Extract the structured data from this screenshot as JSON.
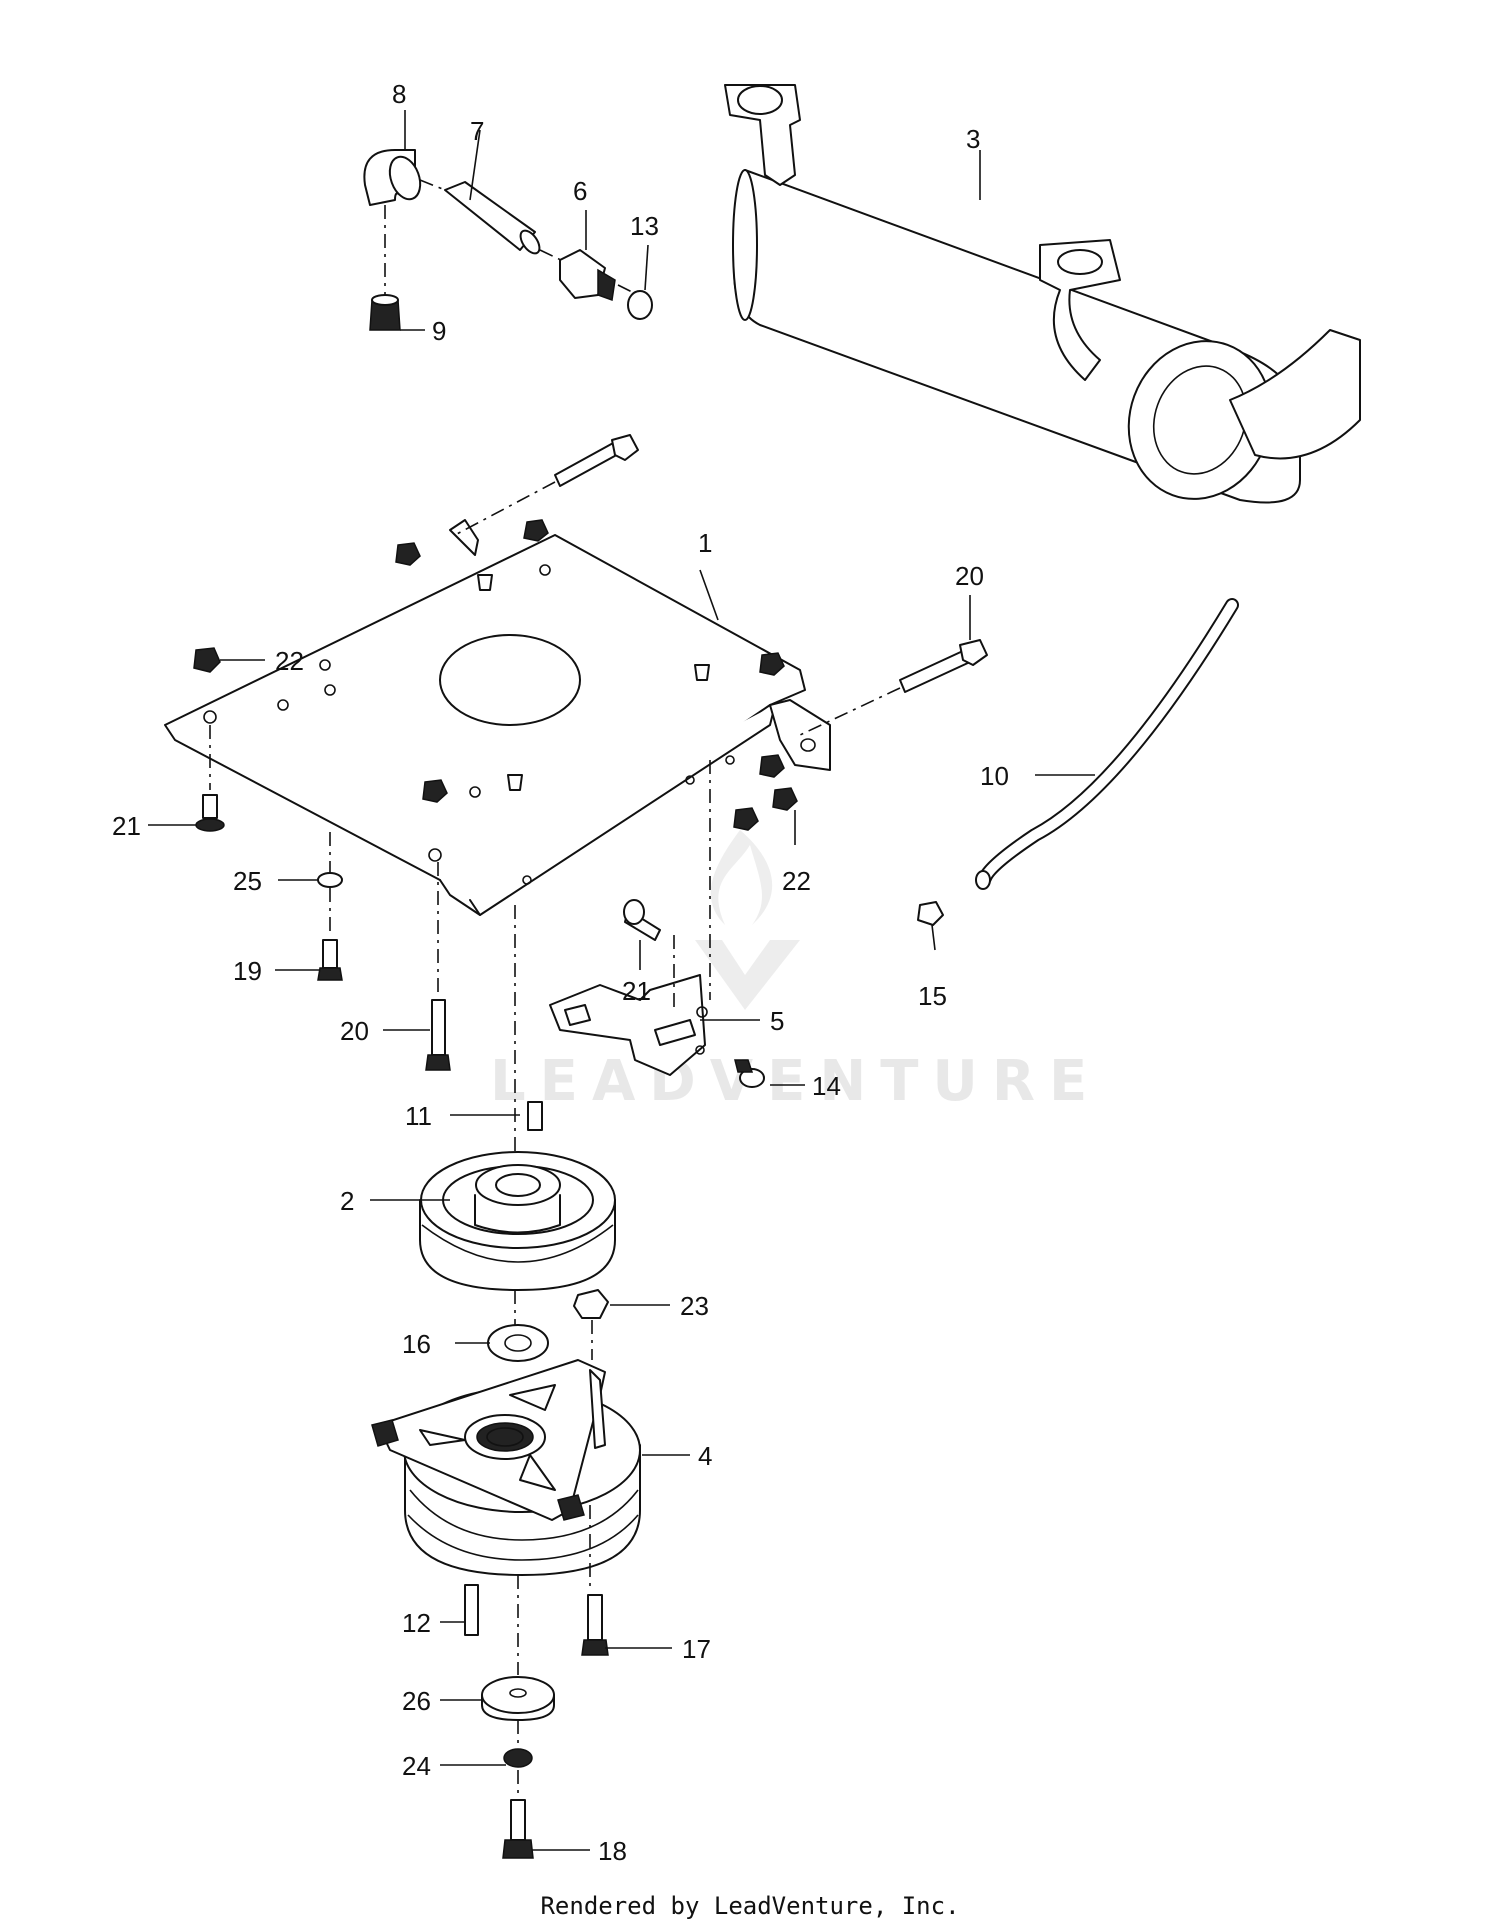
{
  "callouts": [
    "1",
    "2",
    "3",
    "4",
    "5",
    "6",
    "7",
    "8",
    "9",
    "10",
    "11",
    "12",
    "13",
    "14",
    "15",
    "16",
    "17",
    "18",
    "19",
    "20",
    "20",
    "21",
    "21",
    "22",
    "22",
    "23",
    "24",
    "25",
    "26"
  ],
  "footer": "Rendered by LeadVenture, Inc.",
  "watermark": {
    "text": "LEADVENTURE",
    "icon": "flame-v-logo",
    "color": "#e6e6e6"
  },
  "colors": {
    "line": "#111111",
    "background": "#ffffff"
  }
}
